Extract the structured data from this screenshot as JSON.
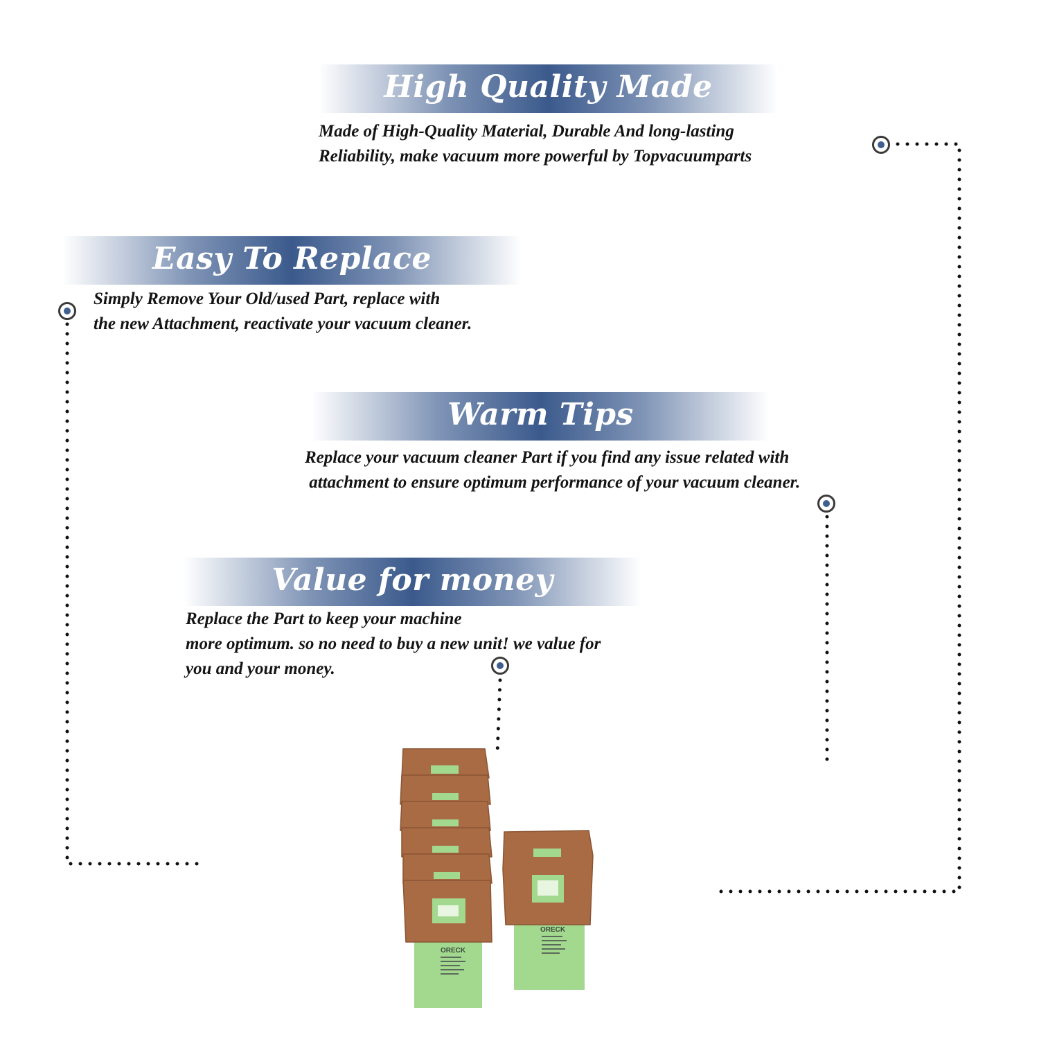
{
  "sections": [
    {
      "title": "High Quality Made",
      "lines": [
        "Made of  High-Quality Material, Durable And long-lasting",
        "Reliability, make vacuum more powerful by Topvacuumparts"
      ]
    },
    {
      "title": "Easy To Replace",
      "lines": [
        "Simply Remove Your Old/used Part, replace with",
        "the new Attachment, reactivate your vacuum cleaner."
      ]
    },
    {
      "title": "Warm Tips",
      "lines": [
        "Replace your vacuum cleaner Part if you find any issue related with",
        " attachment to ensure optimum performance of your vacuum cleaner."
      ]
    },
    {
      "title": "Value for money",
      "lines": [
        "Replace the Part to keep your machine",
        "more optimum. so no need to buy a new unit! we value for",
        "you and your money."
      ]
    }
  ],
  "product": {
    "brand": "ORECK",
    "bag_count_stack": 6,
    "bag_count_single": 1
  },
  "colors": {
    "banner": "#3b5a8c",
    "marker": "#3f5f91",
    "bag_cardboard": "#a86b44",
    "bag_paper": "#9fd690",
    "dots": "#111111"
  },
  "icons": [
    "bullet-marker-icon"
  ]
}
